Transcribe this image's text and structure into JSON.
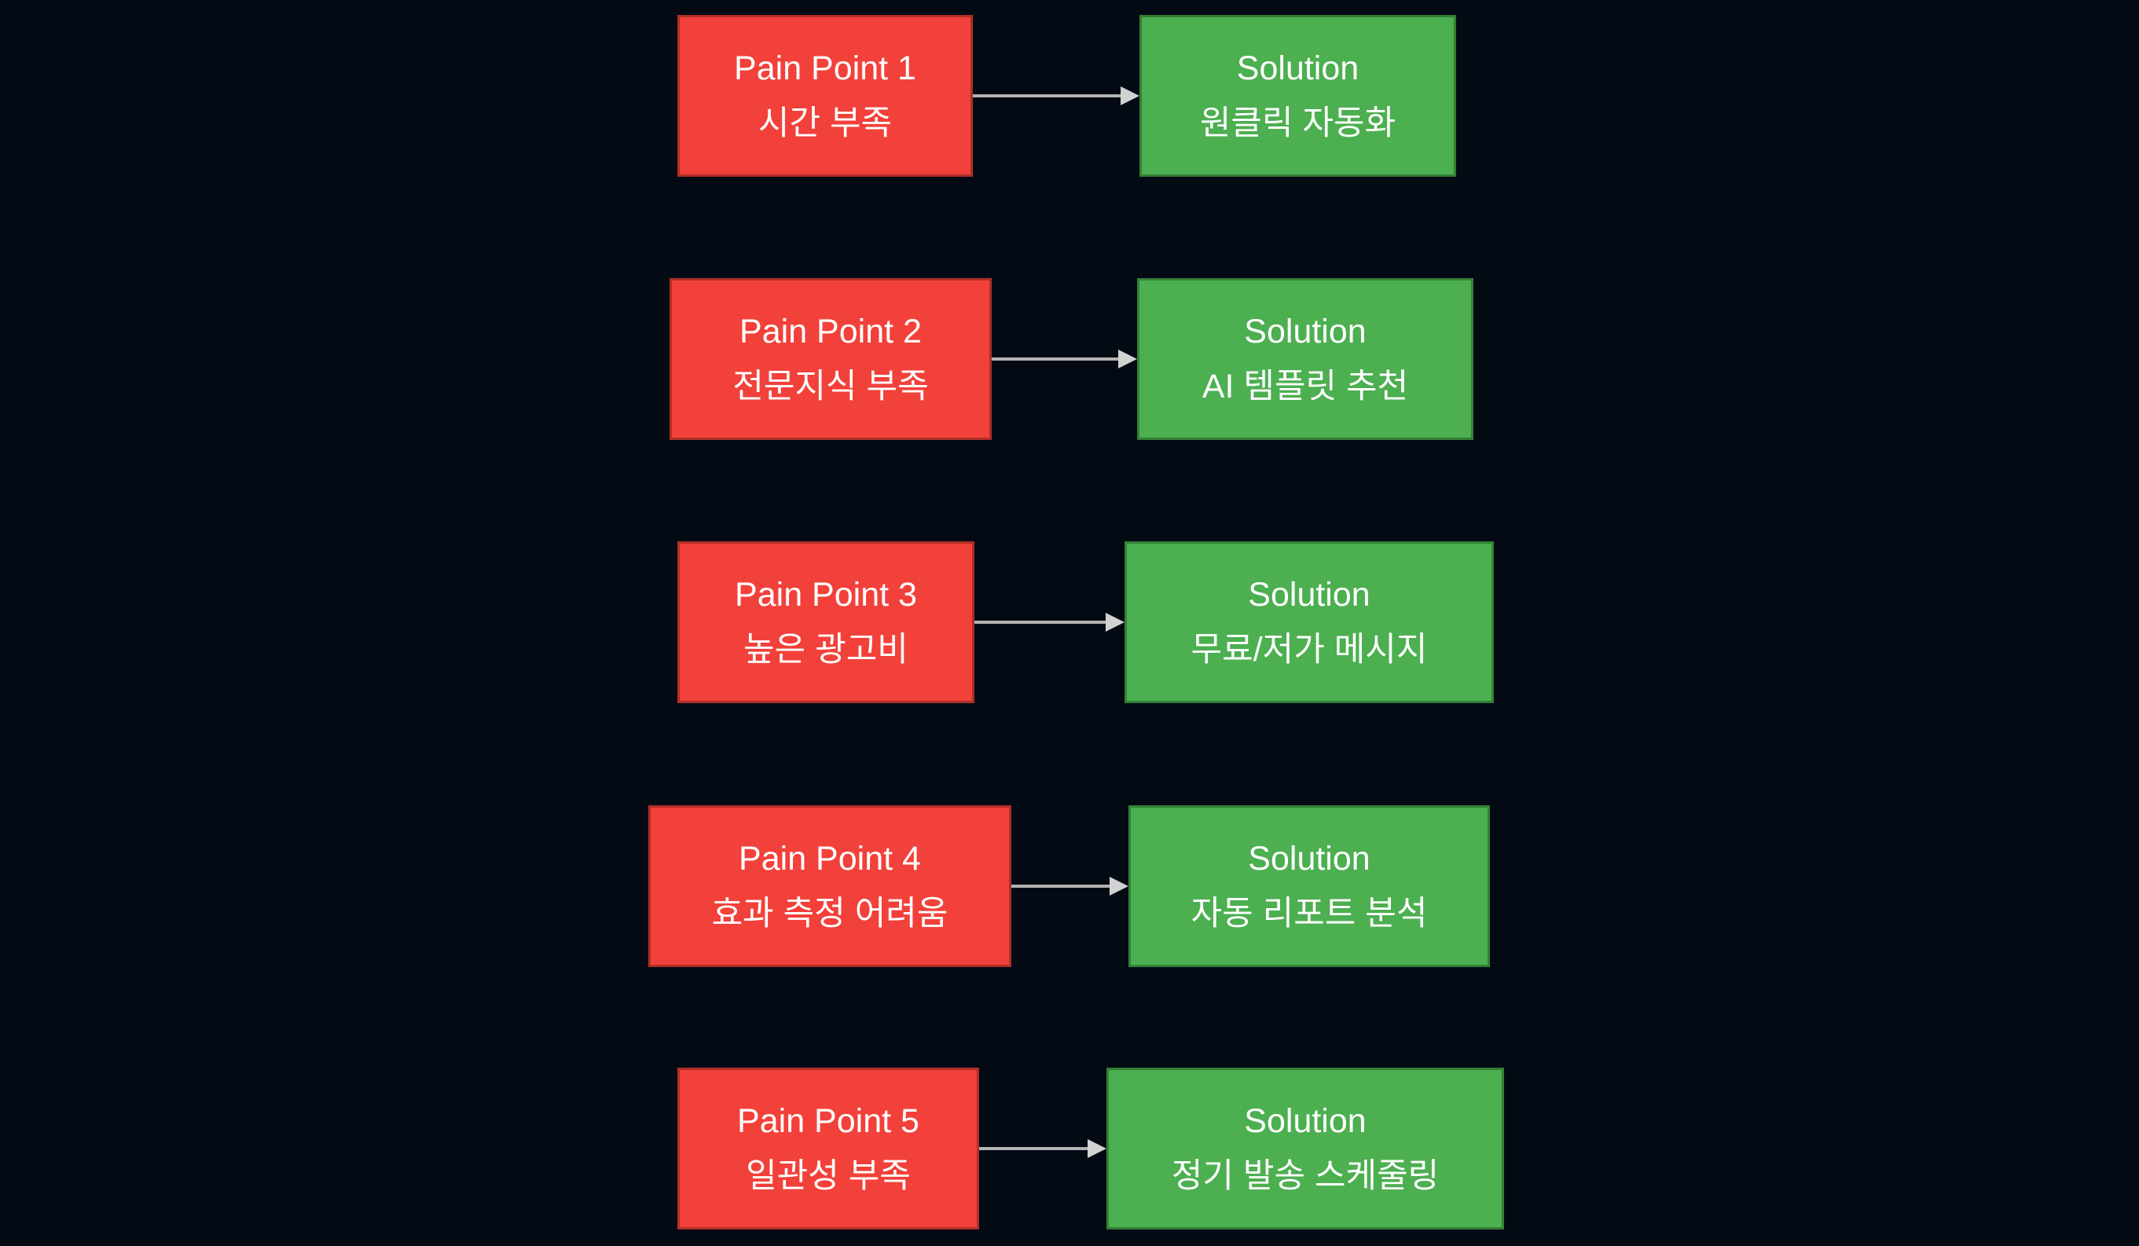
{
  "colors": {
    "background": "#030a14",
    "pain_fill": "#f2413a",
    "pain_border": "#b02e28",
    "solution_fill": "#4caf50",
    "solution_border": "#338036",
    "arrow_line": "#b3b3b3",
    "arrow_head": "#d2d2d2",
    "text": "#ffffff"
  },
  "rows": [
    {
      "pain": {
        "label": "Pain Point 1",
        "detail": "시간 부족"
      },
      "solution": {
        "label": "Solution",
        "detail": "원클릭 자동화"
      }
    },
    {
      "pain": {
        "label": "Pain Point 2",
        "detail": "전문지식 부족"
      },
      "solution": {
        "label": "Solution",
        "detail": "AI 템플릿 추천"
      }
    },
    {
      "pain": {
        "label": "Pain Point 3",
        "detail": "높은 광고비"
      },
      "solution": {
        "label": "Solution",
        "detail": "무료/저가 메시지"
      }
    },
    {
      "pain": {
        "label": "Pain Point 4",
        "detail": "효과 측정 어려움"
      },
      "solution": {
        "label": "Solution",
        "detail": "자동 리포트 분석"
      }
    },
    {
      "pain": {
        "label": "Pain Point 5",
        "detail": "일관성 부족"
      },
      "solution": {
        "label": "Solution",
        "detail": "정기 발송 스케줄링"
      }
    }
  ]
}
